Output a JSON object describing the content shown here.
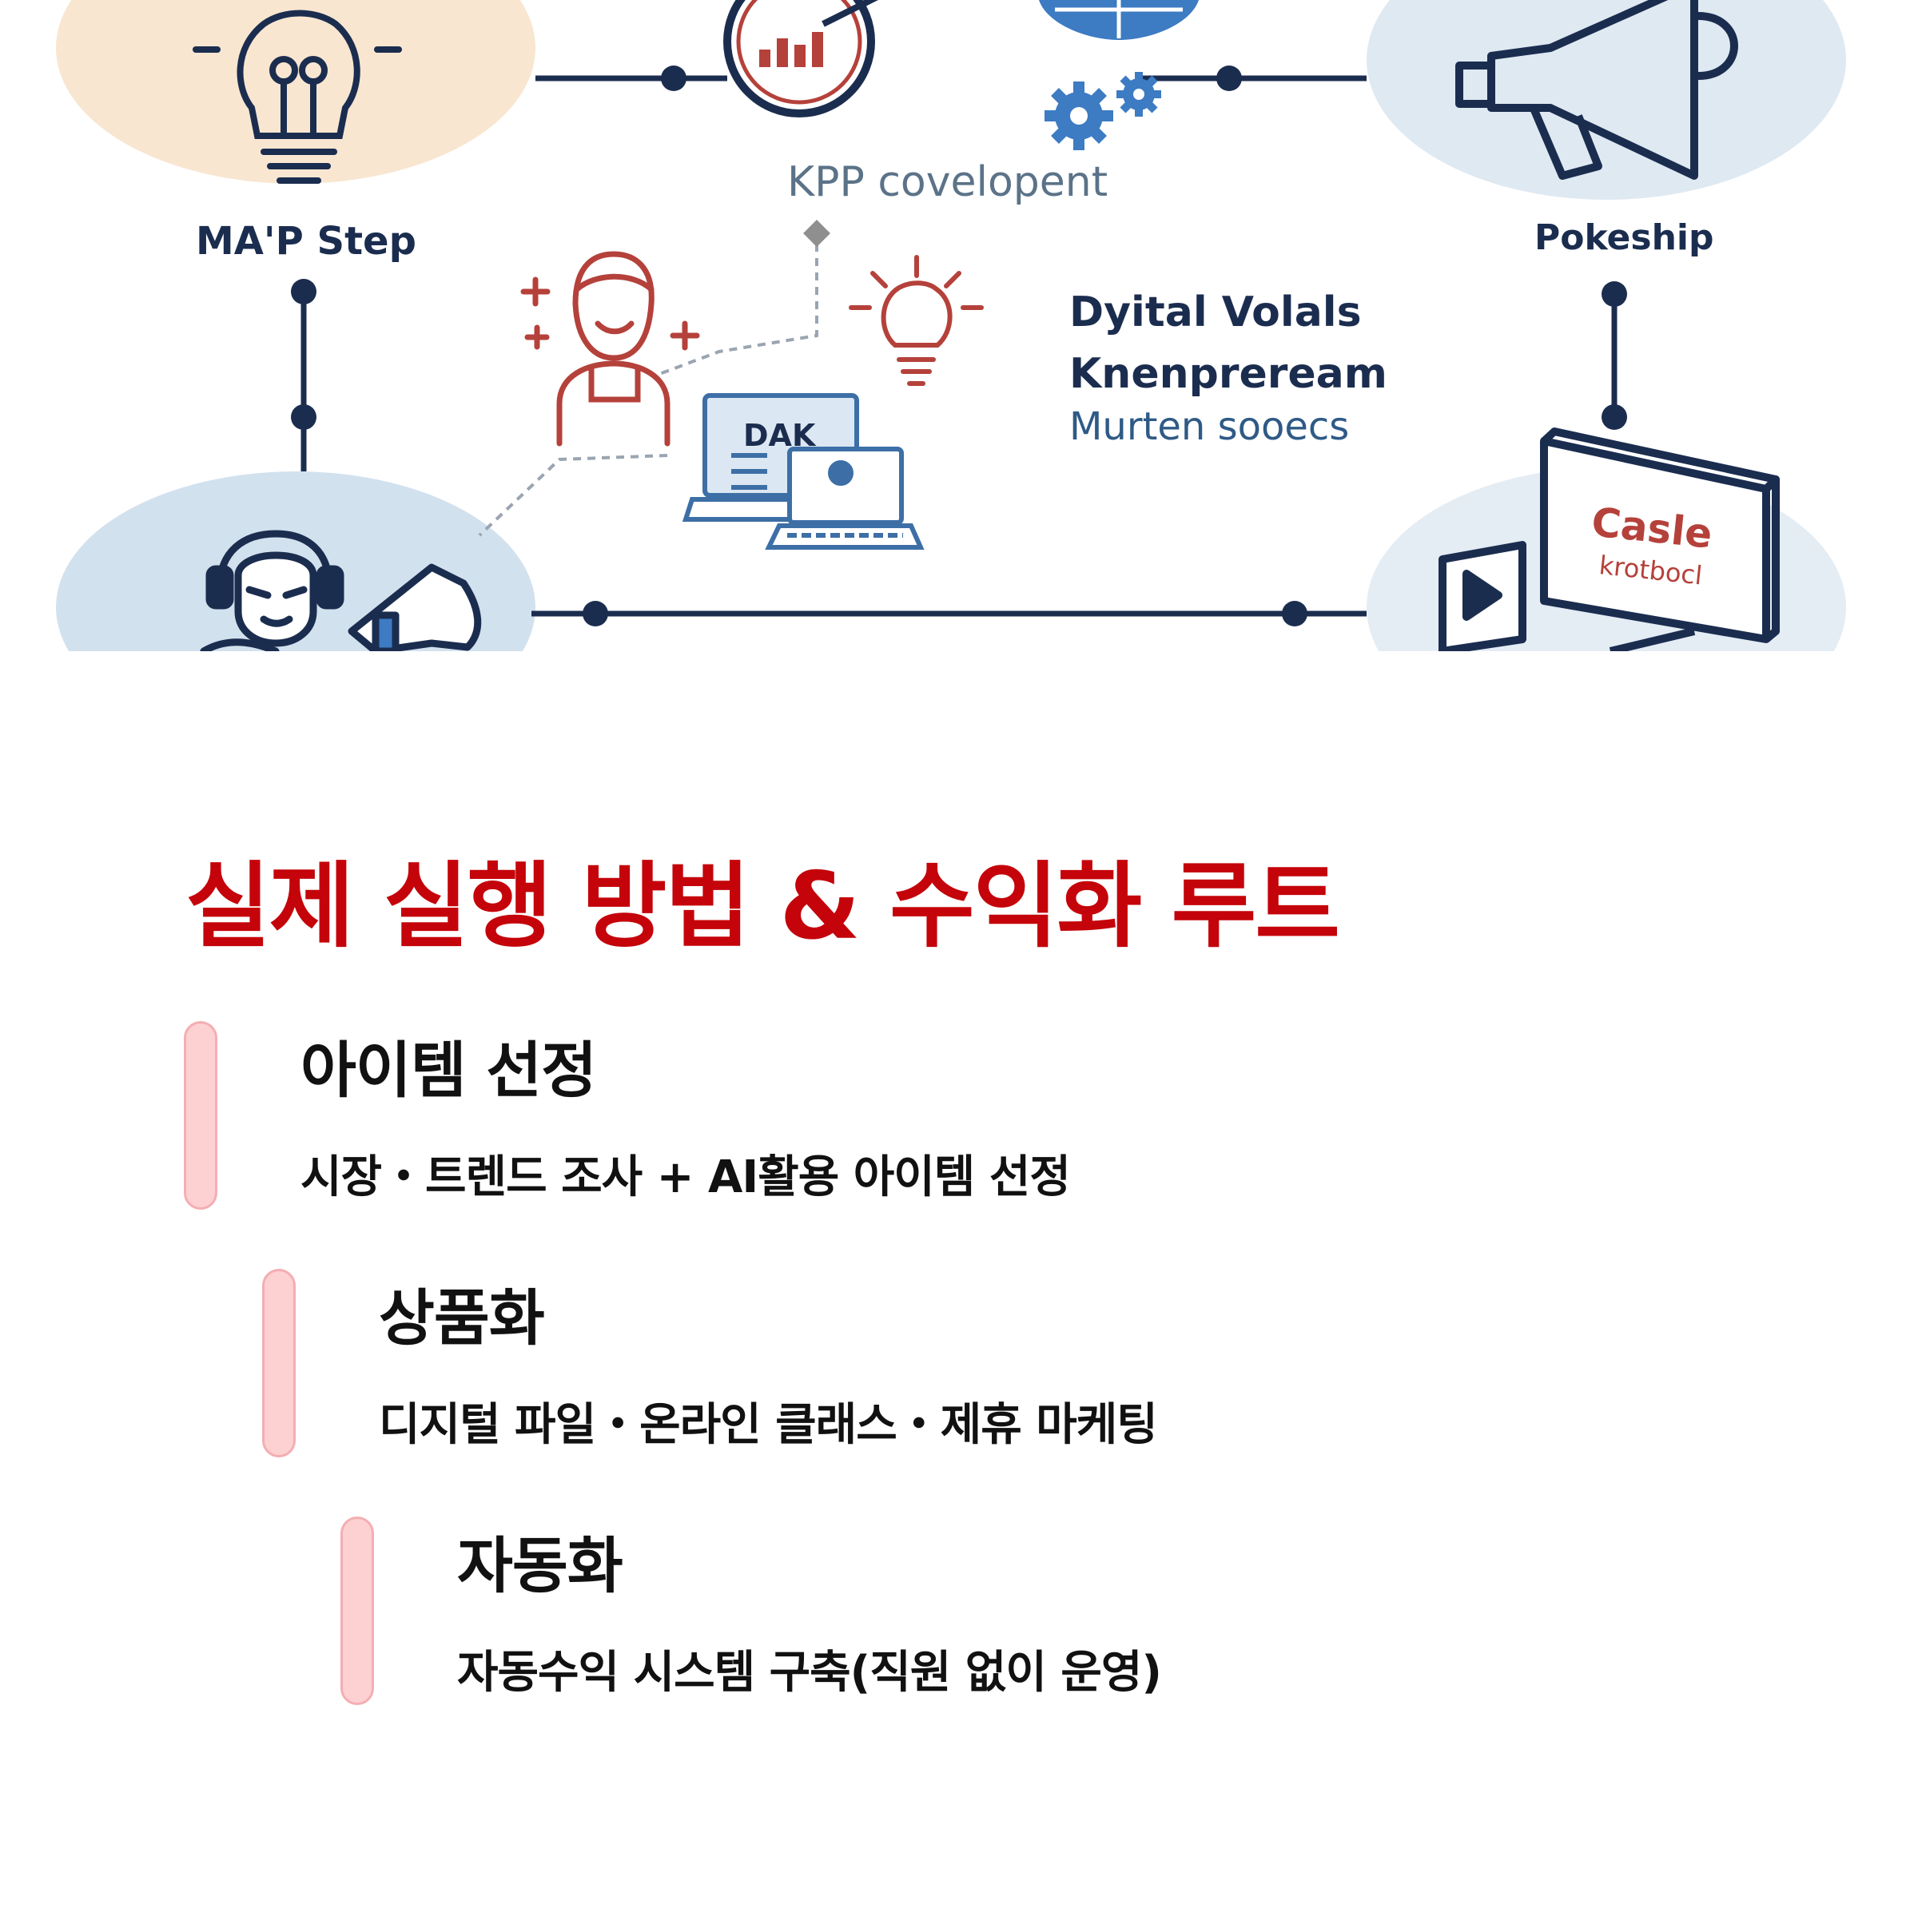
{
  "illustration": {
    "labels": {
      "map_step": "MA'P Step",
      "kpp": "KPP covelopent",
      "pokeship": "Pokeship",
      "digital_line1": "Dyital Volals",
      "digital_line2": "Knenpreream",
      "digital_line3": "Murten sooecs",
      "dak": "DAK",
      "casle": "Casle",
      "krotbocl": "krotbocl"
    },
    "colors": {
      "navy": "#1b2d4f",
      "red": "#b5413b",
      "blue": "#3d7bc3",
      "peach": "#f8e6d1",
      "lightblue": "#d6e3ee"
    }
  },
  "section": {
    "title": "실제 실행 방법 & 수익화 루트",
    "title_color": "#c4040a"
  },
  "steps": [
    {
      "title": "아이템 선정",
      "desc": "시장・트렌드 조사 + AI활용 아이템 선정"
    },
    {
      "title": "상품화",
      "desc": "디지털 파일・온라인 클래스・제휴 마케팅"
    },
    {
      "title": "자동화",
      "desc": "자동수익 시스템 구축(직원 없이 운영)"
    }
  ]
}
